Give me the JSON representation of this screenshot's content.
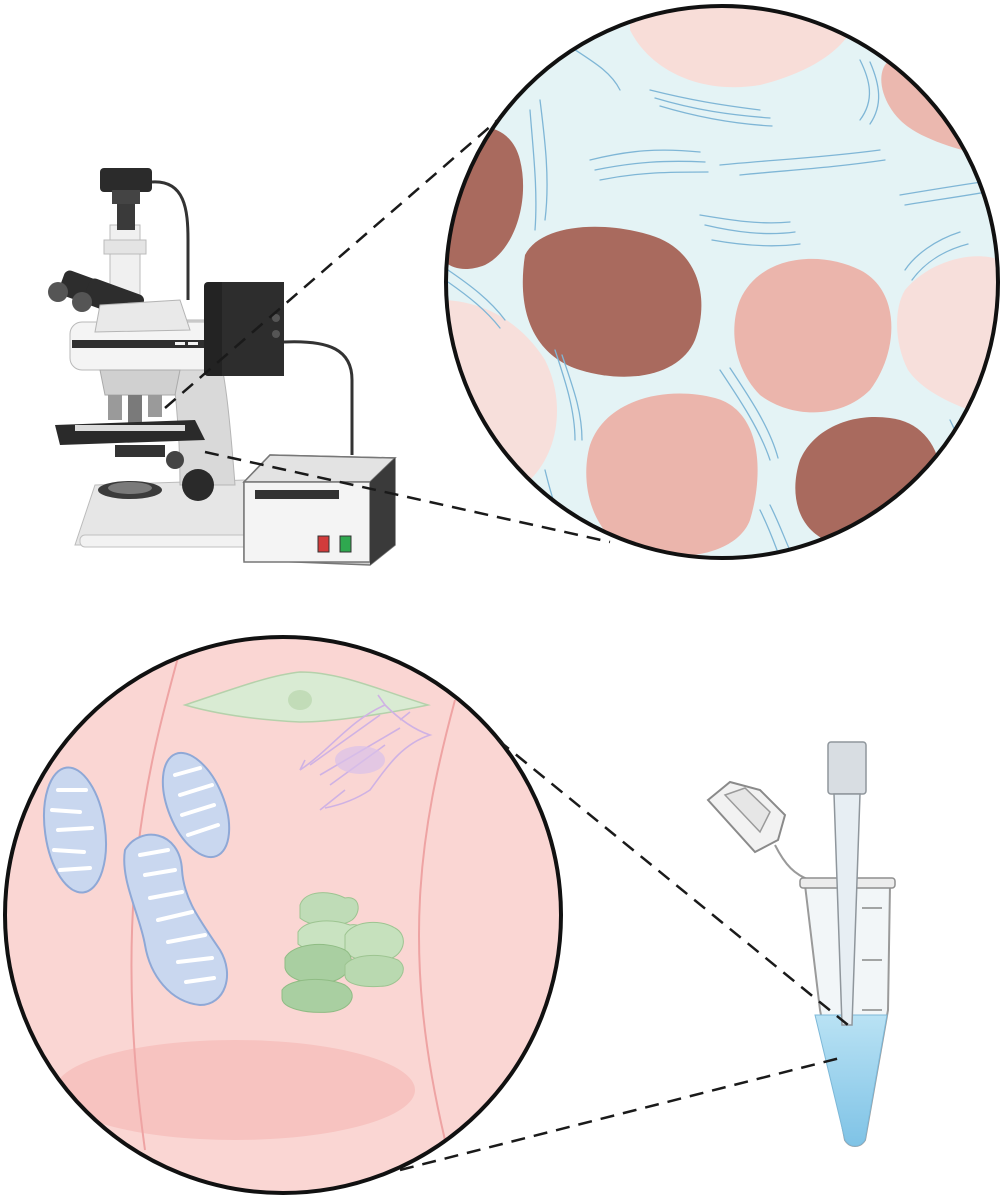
{
  "figure": {
    "panels": [
      {
        "id": "microscope-panel",
        "instrument": "microscope-icon",
        "zoomed_view": "tissue-cells-zoom",
        "cell_colors": {
          "dark": "#a96a5e",
          "light": "#ebb5ac",
          "pale": "#f5dcd8",
          "background": "#e4f3f5",
          "fibers": "#7fb6d6"
        }
      },
      {
        "id": "tube-panel",
        "instrument": "microcentrifuge-tube-icon",
        "zoomed_view": "organelle-zoom",
        "colors": {
          "background": "#fad6d3",
          "mitochondria": "#c9d7ef",
          "nucleus-cell": "#d9ebd3",
          "fibroblast": "#cfb2e4",
          "golgi": "#a9cfa1",
          "liquid": "#a7d8ef"
        }
      }
    ],
    "connector_style": "dashed"
  }
}
